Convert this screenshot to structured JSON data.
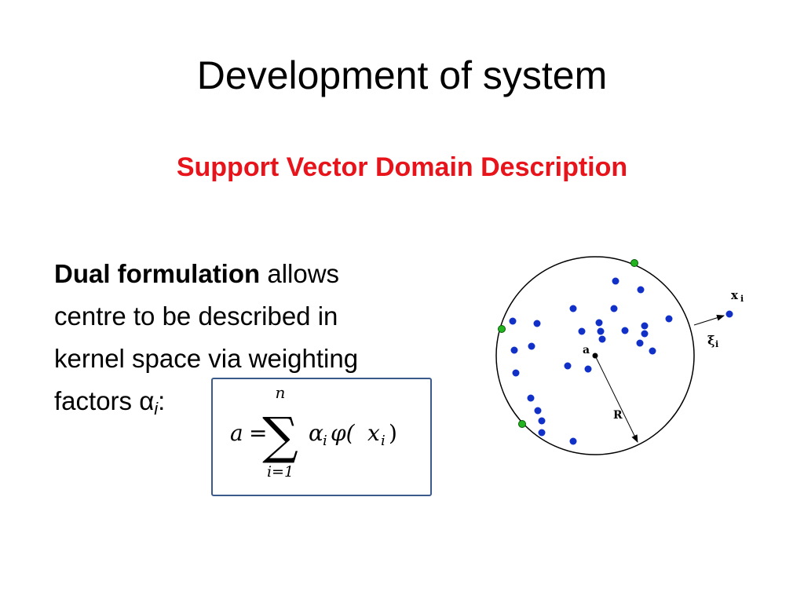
{
  "slide": {
    "title": "Development of system",
    "subtitle": "Support Vector Domain Description",
    "colors": {
      "subtitle": "#e8141b",
      "text": "#000000",
      "box_border": "#3a5a8c",
      "support_vector": "#22b41e",
      "data_point": "#1030c8"
    }
  },
  "body": {
    "bold_term": "Dual formulation",
    "line1_rest": " allows",
    "line2": "centre to be described in",
    "line3": "kernel space via weighting",
    "line4_prefix": "factors α",
    "line4_sub": "i",
    "line4_suffix": ":"
  },
  "formula": {
    "lhs": "a",
    "equals": "=",
    "sum_symbol": "∑",
    "upper_limit": "n",
    "lower_limit": "i=1",
    "term_alpha": "α",
    "term_alpha_sub": "i",
    "term_phi": "φ(",
    "term_x": "x",
    "term_x_sub": "i",
    "term_close": ")"
  },
  "diagram": {
    "center_label": "a",
    "radius_label": "R",
    "xi_label": "x",
    "xi_sub": "i",
    "slack_label": "ξ",
    "slack_sub": "i"
  }
}
